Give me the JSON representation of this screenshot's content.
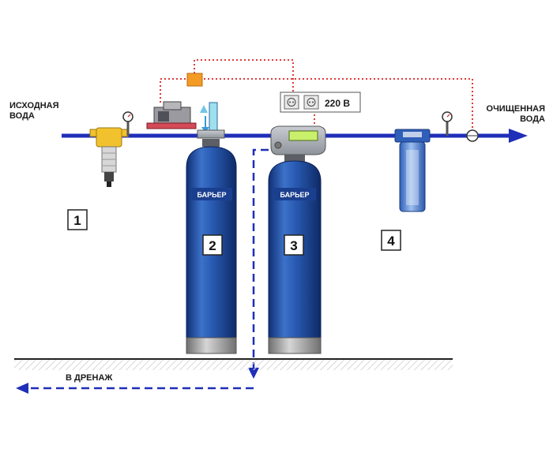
{
  "labels": {
    "source_line1": "ИСХОДНАЯ",
    "source_line2": "ВОДА",
    "clean_line1": "ОЧИЩЕННАЯ",
    "clean_line2": "ВОДА",
    "drain": "В ДРЕНАЖ",
    "power": "220 В"
  },
  "components": [
    {
      "id": "prefilter",
      "number": "1"
    },
    {
      "id": "tank-2",
      "number": "2",
      "brand": "БАРЬЕР"
    },
    {
      "id": "tank-3",
      "number": "3",
      "brand": "БАРЬЕР"
    },
    {
      "id": "cartridge",
      "number": "4"
    }
  ],
  "colors": {
    "pipe": "#1f2fb8",
    "tank": "#1f4fa8",
    "signal_line": "#e03a3a",
    "drain_line": "#1f2fb8",
    "prefilter": "#f2c12e"
  }
}
